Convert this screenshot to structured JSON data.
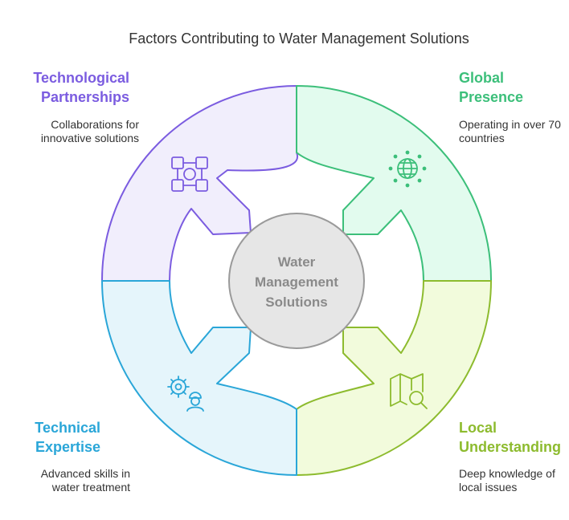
{
  "title": "Factors Contributing to Water Management Solutions",
  "center": {
    "lines": [
      "Water",
      "Management",
      "Solutions"
    ]
  },
  "factors": [
    {
      "heading": [
        "Technological",
        "Partnerships"
      ],
      "description": [
        "Collaborations for",
        "innovative solutions"
      ],
      "color": "#7b5ce0",
      "fill": "#f1eefc",
      "icon": "handshake-puzzle-icon"
    },
    {
      "heading": [
        "Global",
        "Presence"
      ],
      "description": [
        "Operating in over 70",
        "countries"
      ],
      "color": "#3cbf7a",
      "fill": "#e2fbee",
      "icon": "globe-icon"
    },
    {
      "heading": [
        "Local",
        "Understanding"
      ],
      "description": [
        "Deep knowledge of",
        "local issues"
      ],
      "color": "#8dbb2e",
      "fill": "#f2fbdc",
      "icon": "map-search-icon"
    },
    {
      "heading": [
        "Technical",
        "Expertise"
      ],
      "description": [
        "Advanced skills in",
        "water treatment"
      ],
      "color": "#2aa6d8",
      "fill": "#e5f5fb",
      "icon": "gear-engineer-icon"
    }
  ],
  "colors": {
    "center_stroke": "#9a9a9a",
    "center_fill": "#e6e6e6"
  }
}
